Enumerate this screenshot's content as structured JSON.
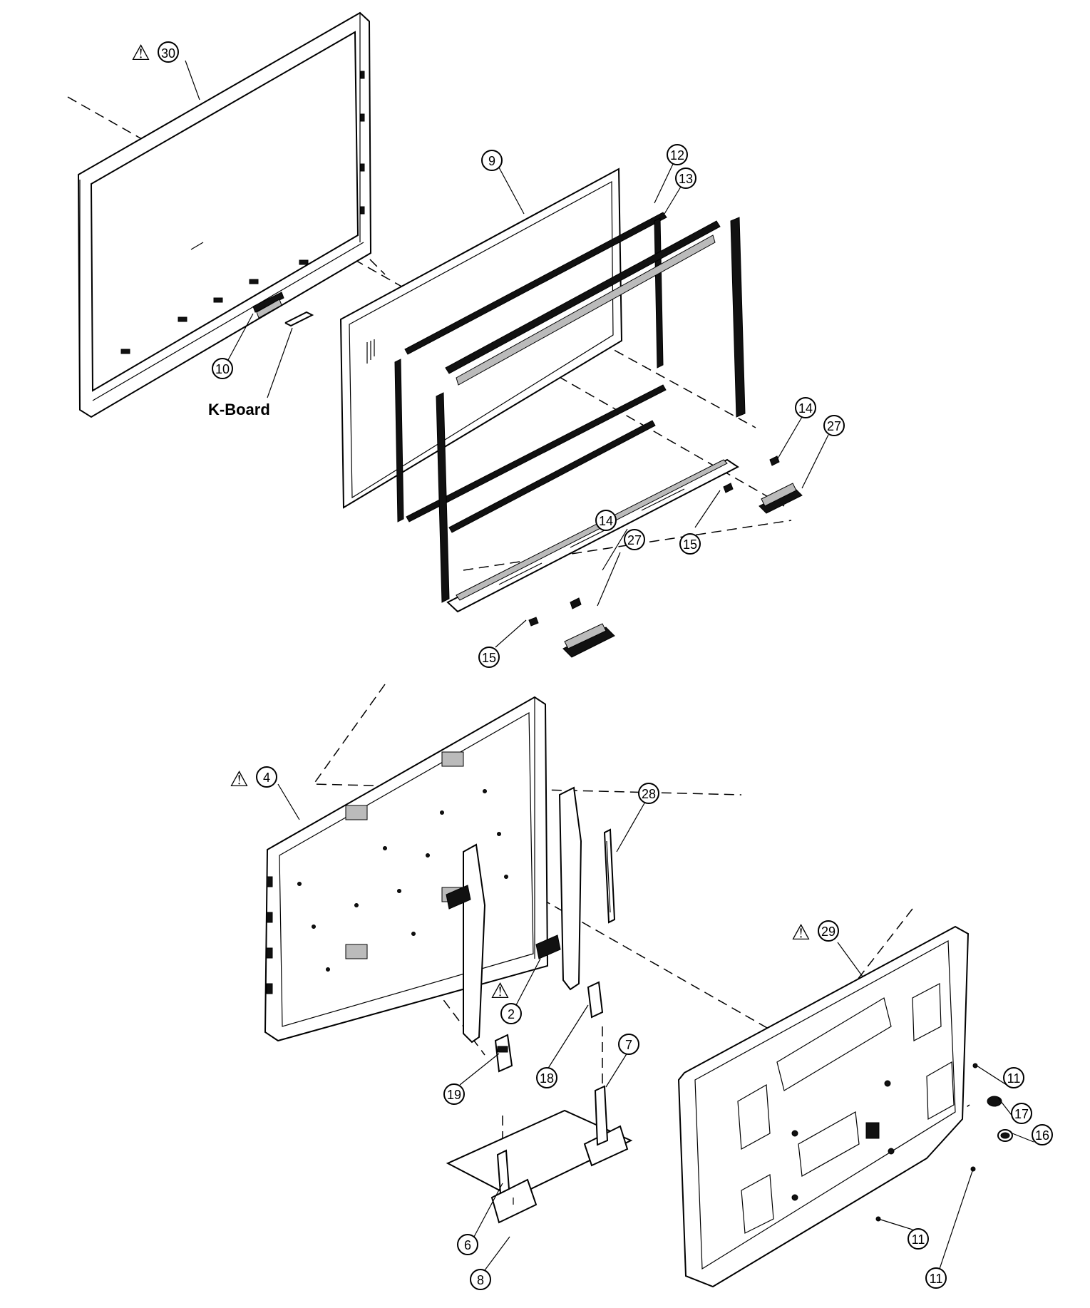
{
  "diagram": {
    "callouts": {
      "c30": "30",
      "c9": "9",
      "c12": "12",
      "c13": "13",
      "c10": "10",
      "c14a": "14",
      "c27a": "27",
      "c15a": "15",
      "c14b": "14",
      "c27b": "27",
      "c15b": "15",
      "c4": "4",
      "c28": "28",
      "c29": "29",
      "c2": "2",
      "c18": "18",
      "c7": "7",
      "c19": "19",
      "c11a": "11",
      "c17": "17",
      "c16": "16",
      "c6": "6",
      "c11b": "11",
      "c11c": "11",
      "c8": "8"
    },
    "labels": {
      "kboard": "K-Board"
    },
    "warning_symbol": "⚠"
  }
}
